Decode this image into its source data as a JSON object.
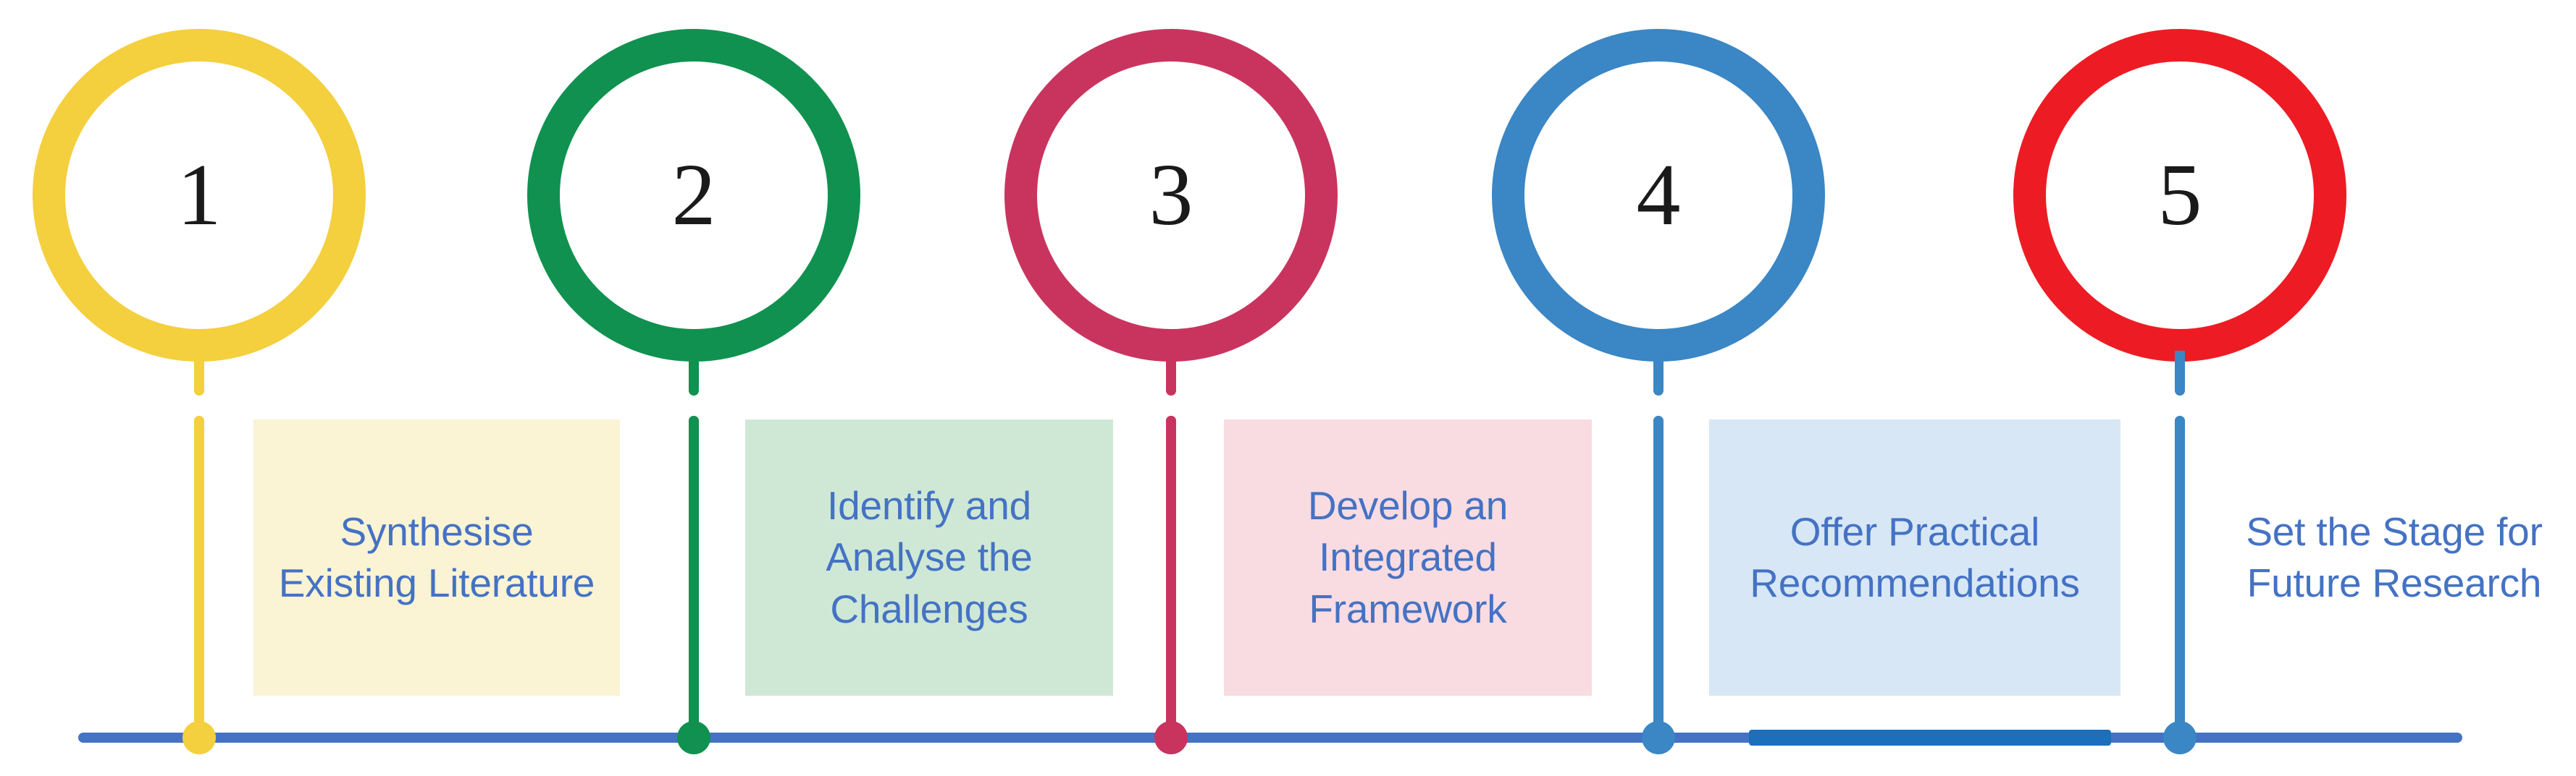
{
  "diagram": {
    "title": "Five-step research roadmap timeline",
    "orientation": "horizontal",
    "step_count": 5,
    "palette": {
      "baseline": "#4472C4",
      "baseline_accent": "#1C6FBA",
      "caption_text": "#4472C4",
      "number_text": "#1A1A1A",
      "canvas": "#FFFFFF"
    }
  },
  "steps": [
    {
      "number": "1",
      "caption": "Synthesise\nExisting Literature",
      "ring_color": "#F4CF3E",
      "box_color": "#FAF3D4",
      "has_box": true
    },
    {
      "number": "2",
      "caption": "Identify and\nAnalyse the\nChallenges",
      "ring_color": "#109150",
      "box_color": "#CFE8D5",
      "has_box": true
    },
    {
      "number": "3",
      "caption": "Develop an\nIntegrated\nFramework",
      "ring_color": "#C9345E",
      "box_color": "#F8DCE2",
      "has_box": true
    },
    {
      "number": "4",
      "caption": "Offer Practical\nRecommendations",
      "ring_color": "#3B86C4",
      "box_color": "#D7E7F5",
      "has_box": true
    },
    {
      "number": "5",
      "caption": "Set the Stage for\nFuture Research",
      "ring_color": "#ED1C24",
      "box_color": "transparent",
      "has_box": false
    }
  ]
}
